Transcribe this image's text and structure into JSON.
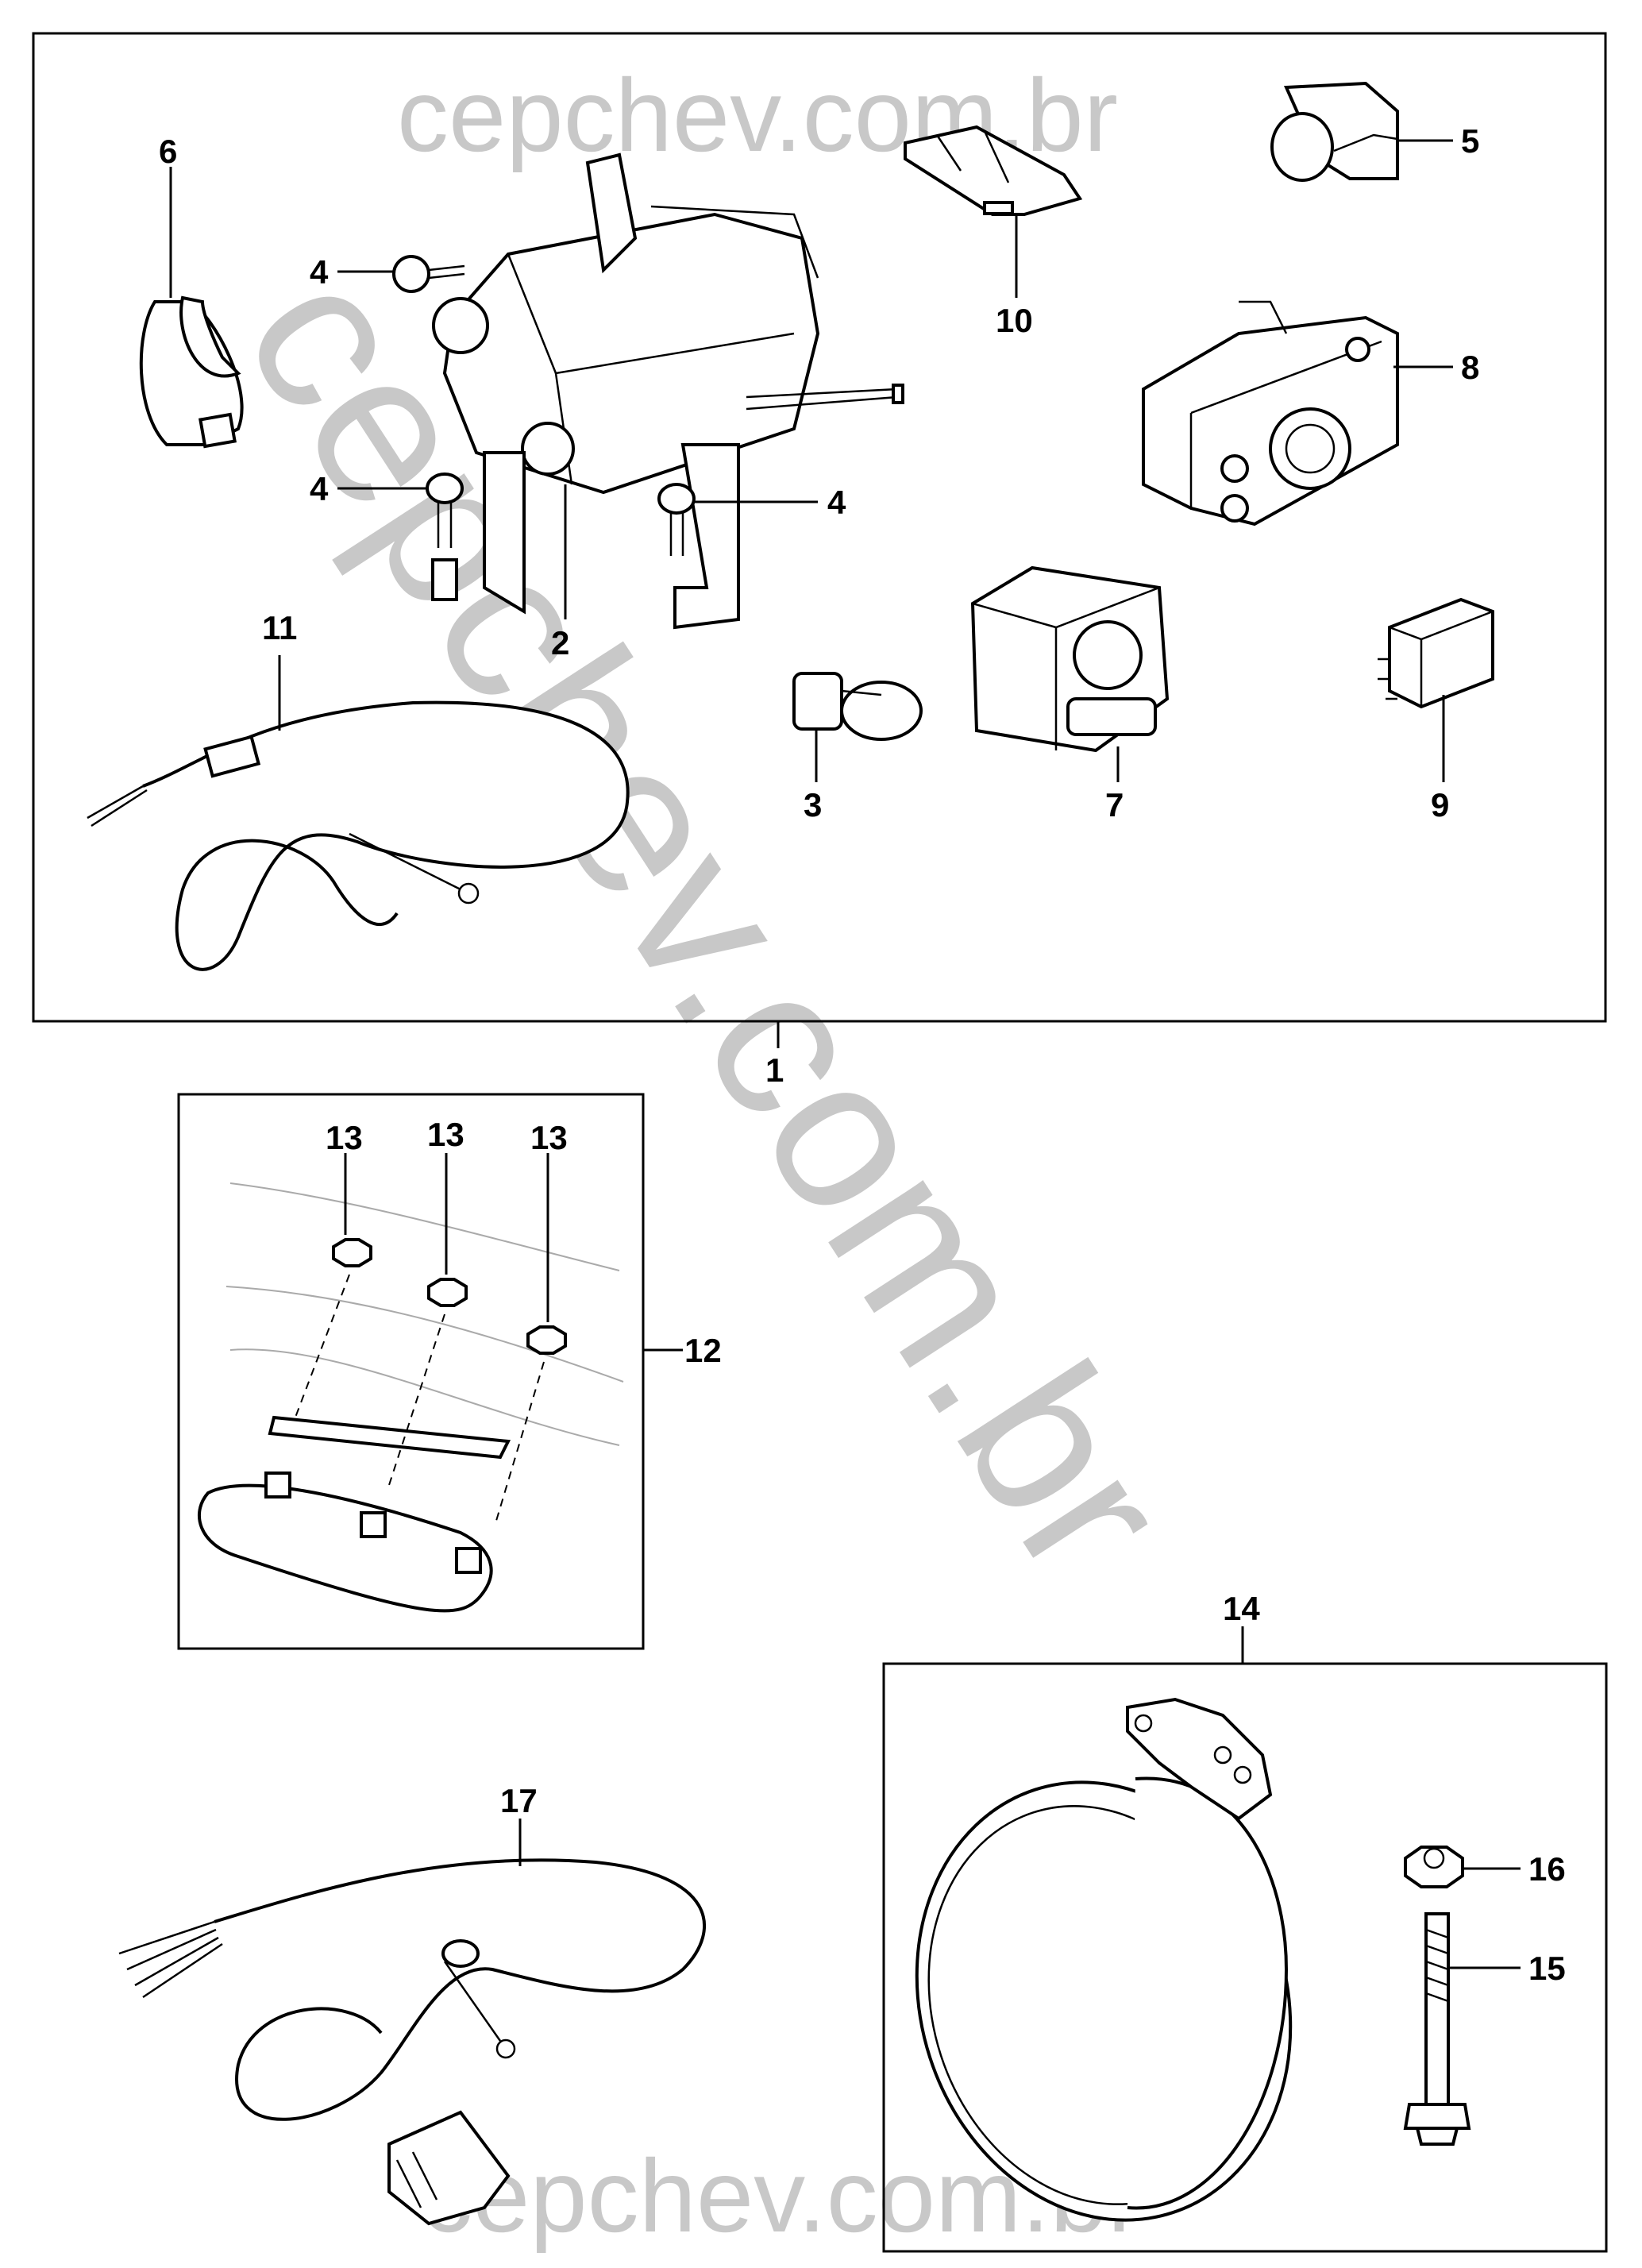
{
  "watermark": {
    "top": "cepchev.com.br",
    "diagonal": "cepchev.com.br",
    "bottom": "cepchev.com.br"
  },
  "callouts": {
    "c1": "1",
    "c2": "2",
    "c3": "3",
    "c4a": "4",
    "c4b": "4",
    "c4c": "4",
    "c5": "5",
    "c6": "6",
    "c7": "7",
    "c8": "8",
    "c9": "9",
    "c10": "10",
    "c11": "11",
    "c12": "12",
    "c13a": "13",
    "c13b": "13",
    "c13c": "13",
    "c14": "14",
    "c15": "15",
    "c16": "16",
    "c17": "17"
  }
}
